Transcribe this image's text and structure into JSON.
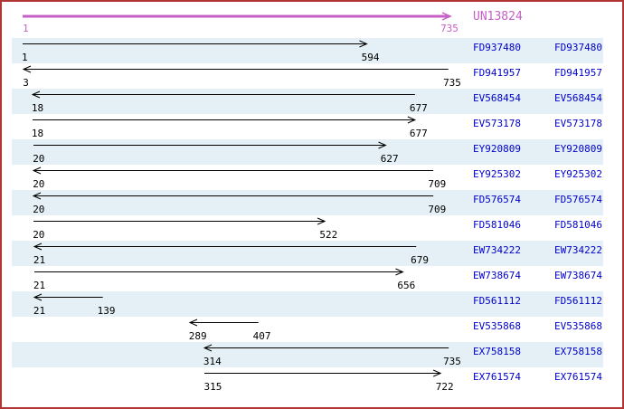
{
  "window": {
    "border_color": "#B23535",
    "background": "#FFFFFF"
  },
  "reference": {
    "id": "UN13824",
    "start": 1,
    "end": 735,
    "start_label": "1",
    "end_label": "735",
    "direction": "right",
    "color": "#C55FC5"
  },
  "scale": {
    "min": 1,
    "max": 735
  },
  "colors": {
    "shaded_band": "#E4F0F6",
    "accession_link": "#0000CC",
    "arrow": "#000000",
    "coordinate_text": "#000000"
  },
  "alignment_rows": [
    {
      "accession": "FD937480",
      "start": 1,
      "end": 594,
      "direction": "right",
      "shaded": true
    },
    {
      "accession": "FD941957",
      "start": 3,
      "end": 735,
      "direction": "left",
      "shaded": false
    },
    {
      "accession": "EV568454",
      "start": 18,
      "end": 677,
      "direction": "left",
      "shaded": true
    },
    {
      "accession": "EV573178",
      "start": 18,
      "end": 677,
      "direction": "right",
      "shaded": false
    },
    {
      "accession": "EY920809",
      "start": 20,
      "end": 627,
      "direction": "right",
      "shaded": true
    },
    {
      "accession": "EY925302",
      "start": 20,
      "end": 709,
      "direction": "left",
      "shaded": false
    },
    {
      "accession": "FD576574",
      "start": 20,
      "end": 709,
      "direction": "left",
      "shaded": true
    },
    {
      "accession": "FD581046",
      "start": 20,
      "end": 522,
      "direction": "right",
      "shaded": false
    },
    {
      "accession": "EW734222",
      "start": 21,
      "end": 679,
      "direction": "left",
      "shaded": true
    },
    {
      "accession": "EW738674",
      "start": 21,
      "end": 656,
      "direction": "right",
      "shaded": false
    },
    {
      "accession": "FD561112",
      "start": 21,
      "end": 139,
      "direction": "left",
      "shaded": true
    },
    {
      "accession": "EV535868",
      "start": 289,
      "end": 407,
      "direction": "left",
      "shaded": false
    },
    {
      "accession": "EX758158",
      "start": 314,
      "end": 735,
      "direction": "left",
      "shaded": true
    },
    {
      "accession": "EX761574",
      "start": 315,
      "end": 722,
      "direction": "right",
      "shaded": false
    }
  ]
}
